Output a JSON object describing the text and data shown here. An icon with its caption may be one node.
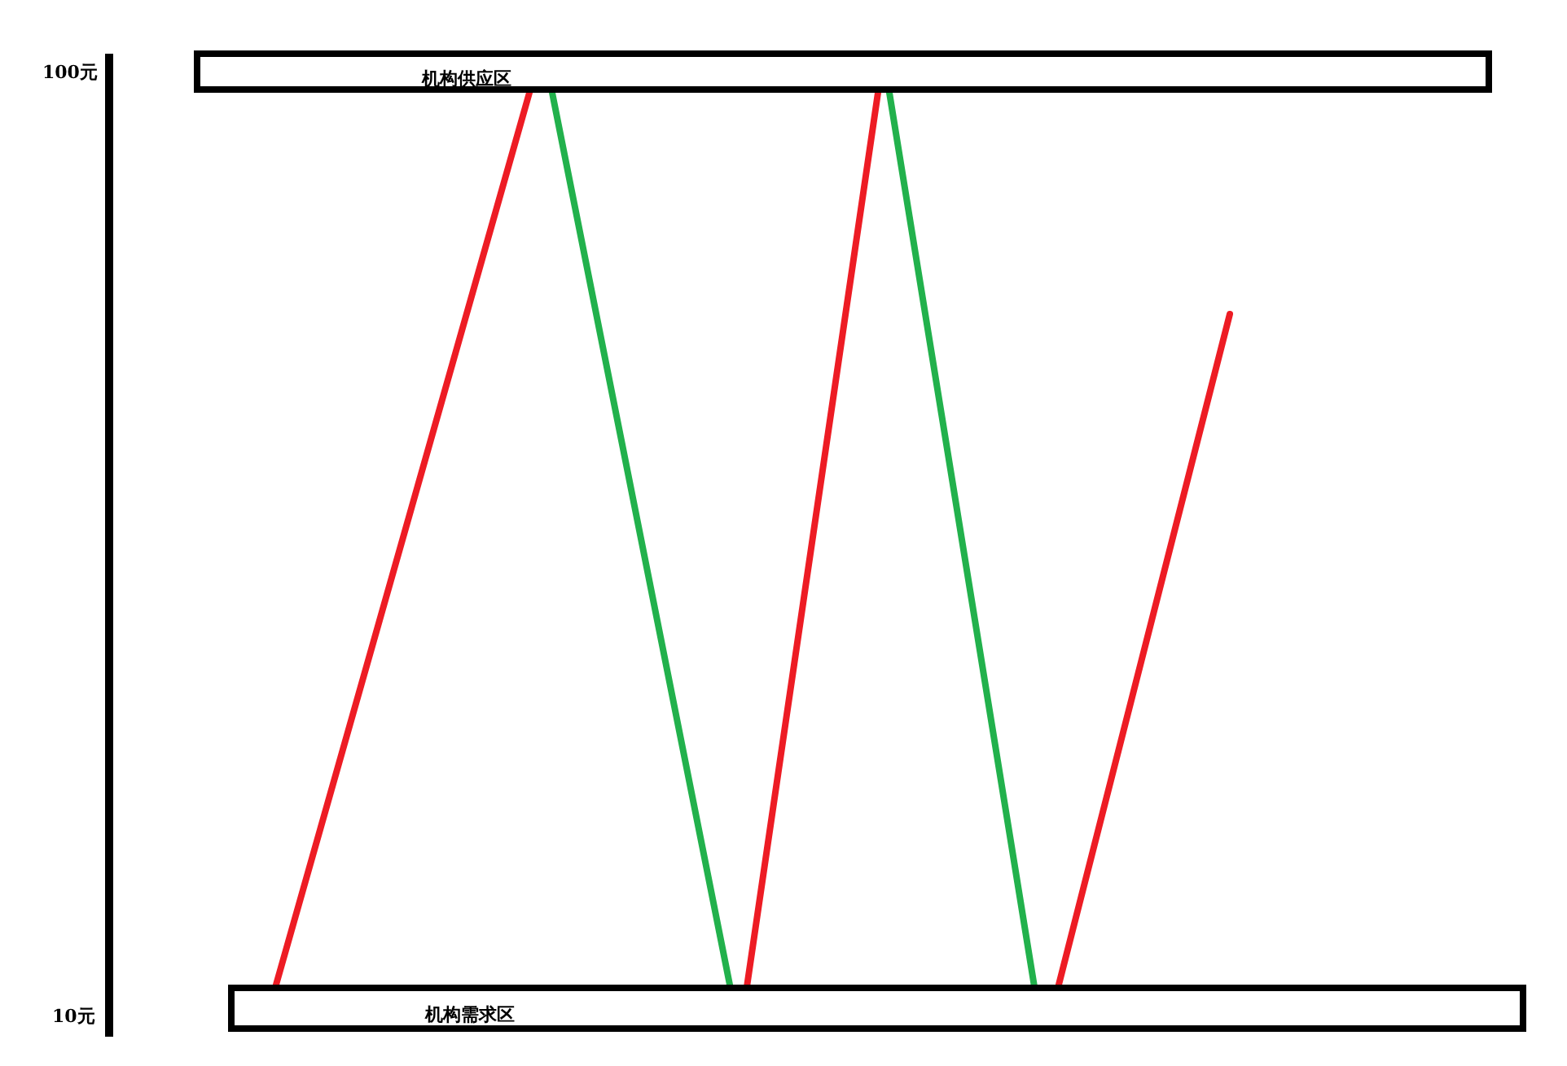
{
  "diagram": {
    "nodes": [
      {
        "text": [
          "机构供应区"
        ]
      },
      {
        "text": [
          "机构需求区"
        ]
      }
    ],
    "edges": [
      {
        "from": 1,
        "to": 0,
        "arrow": "none"
      },
      {
        "from": 0,
        "to": 1,
        "arrow": "none",
        "color": "#22b14c"
      },
      {
        "from": 1,
        "to": 0,
        "arrow": "none"
      },
      {
        "from": 0,
        "to": 1,
        "arrow": "none",
        "color": "#22b14c"
      },
      {
        "from": 1,
        "to": null,
        "arrow": "none"
      }
    ],
    "labels": [
      "100元",
      "10元"
    ]
  }
}
